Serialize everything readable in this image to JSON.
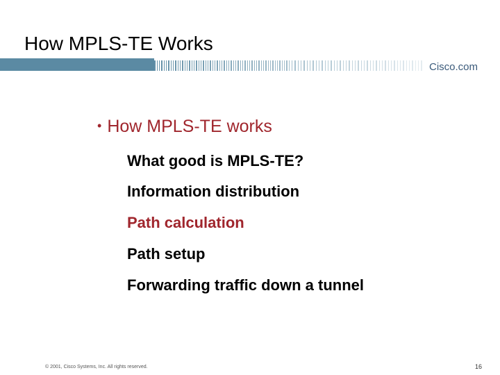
{
  "slide": {
    "title": "How MPLS-TE Works",
    "brand": "Cisco.com",
    "bullet": "How MPLS-TE works",
    "bullet_glyph": "•",
    "items": [
      {
        "label": "What good is MPLS-TE?",
        "color": "#000000"
      },
      {
        "label": "Information distribution",
        "color": "#000000"
      },
      {
        "label": "Path calculation",
        "color": "#a0262d"
      },
      {
        "label": "Path setup",
        "color": "#000000"
      },
      {
        "label": "Forwarding traffic down a tunnel",
        "color": "#000000"
      }
    ],
    "footer": {
      "copyright": "© 2001, Cisco Systems, Inc. All rights reserved.",
      "page_number": "16"
    }
  },
  "colors": {
    "accent_red": "#a0262d",
    "header_band": "#5b8aa3"
  }
}
